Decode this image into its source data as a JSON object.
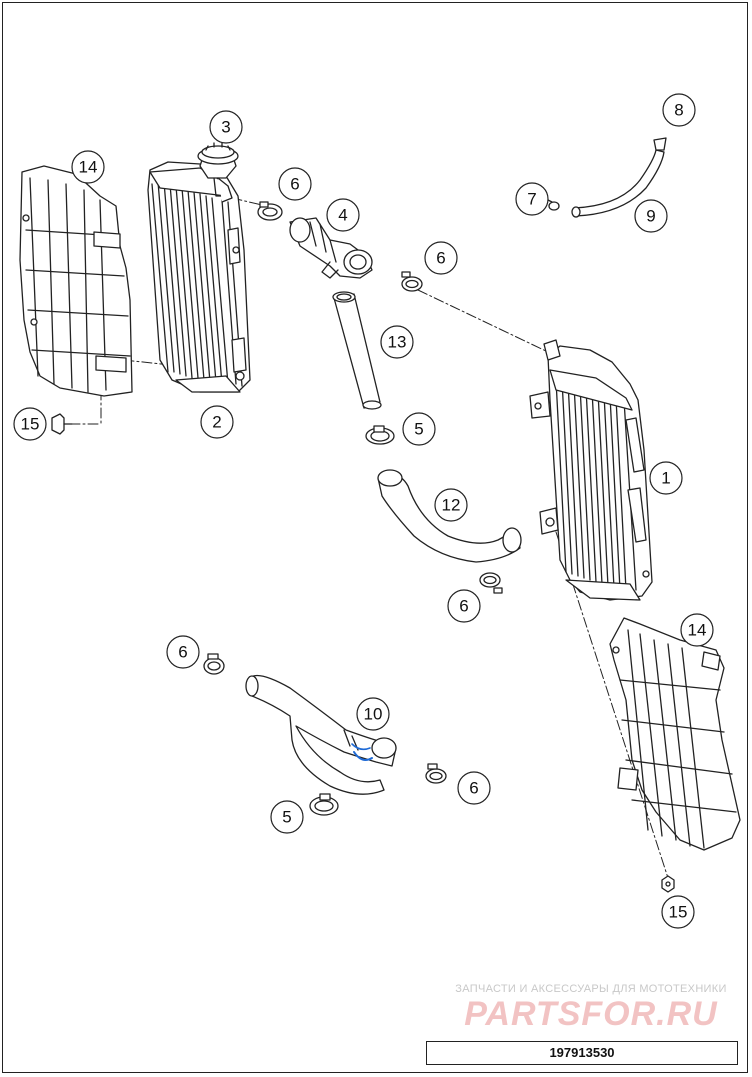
{
  "diagram": {
    "callouts": [
      {
        "id": "c1",
        "label": "1"
      },
      {
        "id": "c2",
        "label": "2"
      },
      {
        "id": "c3",
        "label": "3"
      },
      {
        "id": "c4",
        "label": "4"
      },
      {
        "id": "c5a",
        "label": "5"
      },
      {
        "id": "c5b",
        "label": "5"
      },
      {
        "id": "c6a",
        "label": "6"
      },
      {
        "id": "c6b",
        "label": "6"
      },
      {
        "id": "c6c",
        "label": "6"
      },
      {
        "id": "c6d",
        "label": "6"
      },
      {
        "id": "c6e",
        "label": "6"
      },
      {
        "id": "c7",
        "label": "7"
      },
      {
        "id": "c8",
        "label": "8"
      },
      {
        "id": "c9",
        "label": "9"
      },
      {
        "id": "c10",
        "label": "10"
      },
      {
        "id": "c12",
        "label": "12"
      },
      {
        "id": "c13",
        "label": "13"
      },
      {
        "id": "c14a",
        "label": "14"
      },
      {
        "id": "c14b",
        "label": "14"
      },
      {
        "id": "c15a",
        "label": "15"
      },
      {
        "id": "c15b",
        "label": "15"
      }
    ],
    "colors": {
      "line": "#222222",
      "accent_blue": "#1e6ad6",
      "watermark_red": "#f2c3c3",
      "watermark_grey": "#c8c8c8"
    }
  },
  "watermark": {
    "tagline": "ЗАПЧАСТИ И АКСЕССУАРЫ ДЛЯ МОТОТЕХНИКИ",
    "logo": "PARTSFOR.RU"
  },
  "part_number": "197913530"
}
